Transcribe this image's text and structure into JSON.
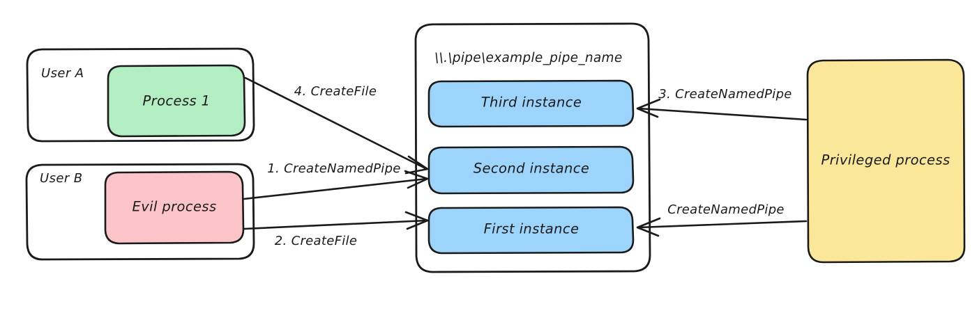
{
  "diagram": {
    "title_visible": false,
    "background": "#ffffff",
    "stroke": "#1a1a1a",
    "groups": [
      {
        "id": "user-a",
        "label": "User A",
        "node": {
          "id": "process-1",
          "label": "Process 1",
          "color": "#b3edc2"
        }
      },
      {
        "id": "user-b",
        "label": "User B",
        "node": {
          "id": "evil-process",
          "label": "Evil process",
          "color": "#fbc4c8"
        }
      }
    ],
    "pipe_container": {
      "id": "named-pipe",
      "label": "\\\\.\\pipe\\example_pipe_name",
      "color": "#ffffff",
      "instances": [
        {
          "id": "third-instance",
          "label": "Third instance",
          "color": "#9cd4fb"
        },
        {
          "id": "second-instance",
          "label": "Second instance",
          "color": "#9cd4fb"
        },
        {
          "id": "first-instance",
          "label": "First instance",
          "color": "#9cd4fb"
        }
      ]
    },
    "privileged": {
      "id": "privileged-process",
      "label": "Privileged process",
      "color": "#fbe79a"
    },
    "edges": [
      {
        "id": "edge-4-createfile",
        "label": "4. CreateFile",
        "from": "process-1",
        "to": "second-instance"
      },
      {
        "id": "edge-1-createnamedpipe",
        "label": "1. CreateNamedPipe",
        "from": "evil-process",
        "to": "second-instance"
      },
      {
        "id": "edge-2-createfile",
        "label": "2. CreateFile",
        "from": "evil-process",
        "to": "first-instance"
      },
      {
        "id": "edge-3-createnamedpipe",
        "label": "3. CreateNamedPipe",
        "from": "privileged-process",
        "to": "third-instance"
      },
      {
        "id": "edge-createnamedpipe",
        "label": "CreateNamedPipe",
        "from": "privileged-process",
        "to": "first-instance"
      }
    ]
  }
}
